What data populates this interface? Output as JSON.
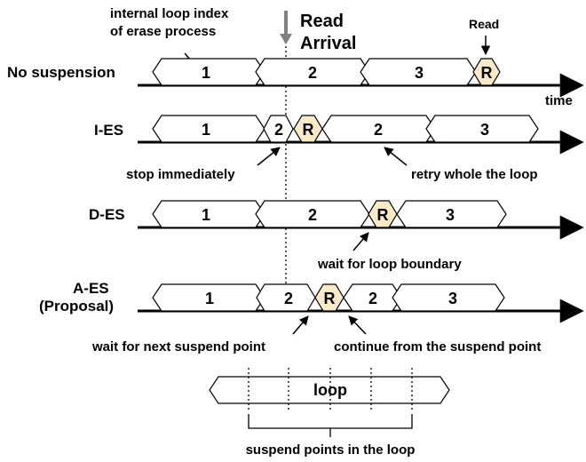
{
  "header": {
    "index_label_line1": "internal loop index",
    "index_label_line2": "of erase process",
    "read_arrival_line1": "Read",
    "read_arrival_line2": "Arrival",
    "read_label": "Read",
    "time_label": "time"
  },
  "rows": {
    "no_suspension": {
      "label": "No suspension",
      "segments": [
        "1",
        "2",
        "3",
        "R"
      ]
    },
    "i_es": {
      "label": "I-ES",
      "segments": [
        "1",
        "2",
        "R",
        "2",
        "3"
      ],
      "note_left": "stop immediately",
      "note_right": "retry whole the loop"
    },
    "d_es": {
      "label": "D-ES",
      "segments": [
        "1",
        "2",
        "R",
        "3"
      ],
      "note": "wait for loop boundary"
    },
    "a_es": {
      "label_line1": "A-ES",
      "label_line2": "(Proposal)",
      "segments": [
        "1",
        "2",
        "R",
        "2",
        "3"
      ],
      "note_left": "wait for next suspend point",
      "note_right": "continue from the suspend point"
    }
  },
  "legend": {
    "loop_label": "loop",
    "caption": "suspend points in the loop"
  },
  "colors": {
    "read_fill": "#fbeac8",
    "arrival_arrow": "#808080"
  }
}
